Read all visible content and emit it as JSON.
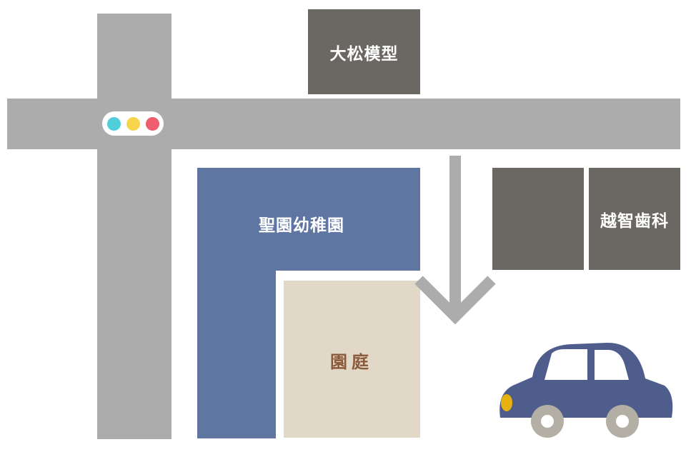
{
  "labels": {
    "model_shop": "大松模型",
    "kindergarten": "聖園幼稚園",
    "garden": "園庭",
    "dental": "越智歯科"
  },
  "colors": {
    "road": "#acacac",
    "building": "#6b6762",
    "kindergarten": "#5f76a2",
    "garden": "#e2d8c8",
    "garden_text": "#8a5a3a",
    "car": "#4e5d8c",
    "car_window": "#ffffff",
    "car_wheel": "#b3afa4",
    "car_headlight": "#e7b10f",
    "light_teal": "#4ecfd9",
    "light_yellow": "#f7d54a",
    "light_red": "#ef5e6e"
  },
  "icons": [
    "traffic-light-icon",
    "down-arrow-icon",
    "car-icon"
  ]
}
